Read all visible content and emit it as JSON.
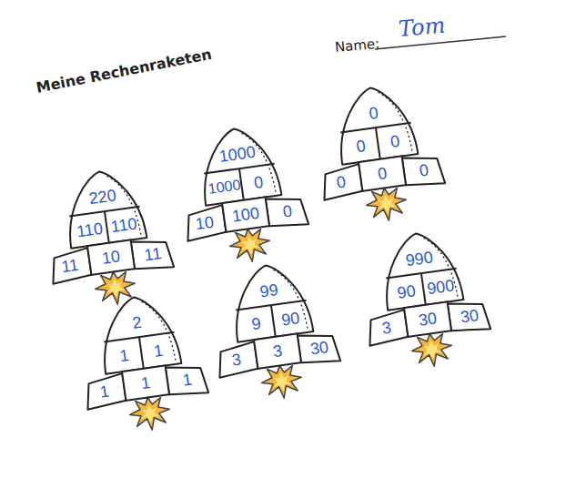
{
  "diagram": {
    "title": "Meine Rechenraketen",
    "nodes": [
      {
        "text": [
          "220"
        ]
      },
      {
        "text": [
          "110"
        ]
      },
      {
        "text": [
          "110"
        ]
      },
      {
        "text": [
          "11"
        ]
      },
      {
        "text": [
          "10"
        ]
      },
      {
        "text": [
          "11"
        ]
      },
      {
        "text": [
          "1000"
        ]
      },
      {
        "text": [
          "1000"
        ]
      },
      {
        "text": [
          "0"
        ]
      },
      {
        "text": [
          "10"
        ]
      },
      {
        "text": [
          "100"
        ]
      },
      {
        "text": [
          "0"
        ]
      },
      {
        "text": [
          "0"
        ]
      },
      {
        "text": [
          "0"
        ]
      },
      {
        "text": [
          "0"
        ]
      },
      {
        "text": [
          "0"
        ]
      },
      {
        "text": [
          "0"
        ]
      },
      {
        "text": [
          "0"
        ]
      },
      {
        "text": [
          "2"
        ]
      },
      {
        "text": [
          "1"
        ]
      },
      {
        "text": [
          "1"
        ]
      },
      {
        "text": [
          "1"
        ]
      },
      {
        "text": [
          "1"
        ]
      },
      {
        "text": [
          "1"
        ]
      },
      {
        "text": [
          "99"
        ]
      },
      {
        "text": [
          "9"
        ]
      },
      {
        "text": [
          "90"
        ]
      },
      {
        "text": [
          "3"
        ]
      },
      {
        "text": [
          "3"
        ]
      },
      {
        "text": [
          "30"
        ]
      },
      {
        "text": [
          "990"
        ]
      },
      {
        "text": [
          "90"
        ]
      },
      {
        "text": [
          "900"
        ]
      },
      {
        "text": [
          "3"
        ]
      },
      {
        "text": [
          "30"
        ]
      },
      {
        "text": [
          "30"
        ]
      }
    ],
    "labels": [
      "Name:",
      "Tom"
    ]
  }
}
